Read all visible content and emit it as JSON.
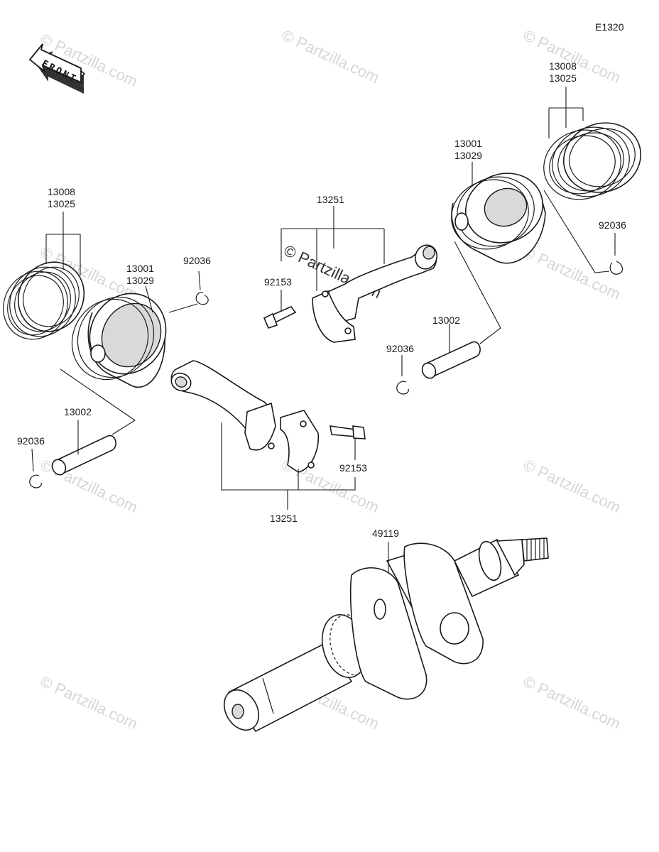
{
  "diagram": {
    "code": "E1320",
    "front_label": "FRONT",
    "watermark": "© Partzilla.com",
    "labels": {
      "rings_left": [
        "13008",
        "13025"
      ],
      "piston_left": [
        "13001",
        "13029"
      ],
      "clip_left_upper": "92036",
      "pin_left": "13002",
      "clip_left_lower": "92036",
      "bolt_lower": "92153",
      "rod_lower": "13251",
      "rod_upper": "13251",
      "bolt_upper": "92153",
      "piston_right": [
        "13001",
        "13029"
      ],
      "rings_right": [
        "13008",
        "13025"
      ],
      "clip_right_upper": "92036",
      "pin_right": "13002",
      "clip_right_lower": "92036",
      "crankshaft": "49119"
    }
  }
}
